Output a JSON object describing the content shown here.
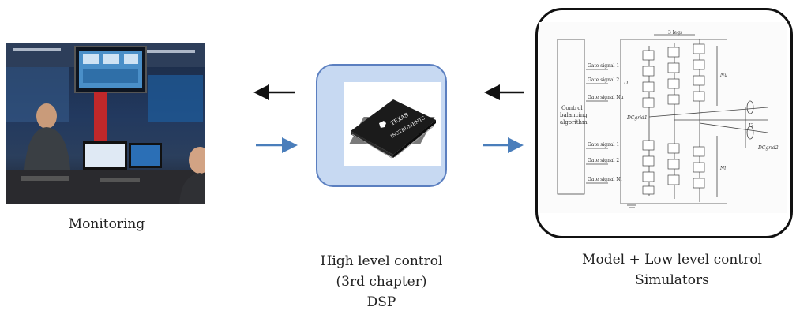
{
  "captions": {
    "monitoring": "Monitoring",
    "dsp_line1": "High level control",
    "dsp_line2": "(3rd chapter)",
    "dsp_line3": "DSP",
    "sim_line1": "Model + Low level control",
    "sim_line2": "Simulators"
  },
  "chip": {
    "brand_line1": "TEXAS",
    "brand_line2": "INSTRUMENTS"
  },
  "schematic": {
    "control_label_1": "Control",
    "control_label_2": "balancing",
    "control_label_3": "algorithm",
    "legs_label": "3 legs",
    "dc_grid_1": "DCgrid1",
    "dc_grid_2": "DCgrid2",
    "gate_labels_top": [
      "Gate signal 1",
      "Gate signal 2",
      "Gate signal Nu"
    ],
    "gate_labels_bottom": [
      "Gate signal 1",
      "Gate signal 2",
      "Gate signal Nl"
    ],
    "nu_label": "Nu",
    "nl_label": "Nl",
    "i1_label": "I1",
    "i2_label": "I2"
  },
  "colors": {
    "dsp_fill": "#c7d9f2",
    "dsp_border": "#5b7fc0",
    "arrow_blue": "#4a7ebb",
    "arrow_black": "#111111"
  }
}
